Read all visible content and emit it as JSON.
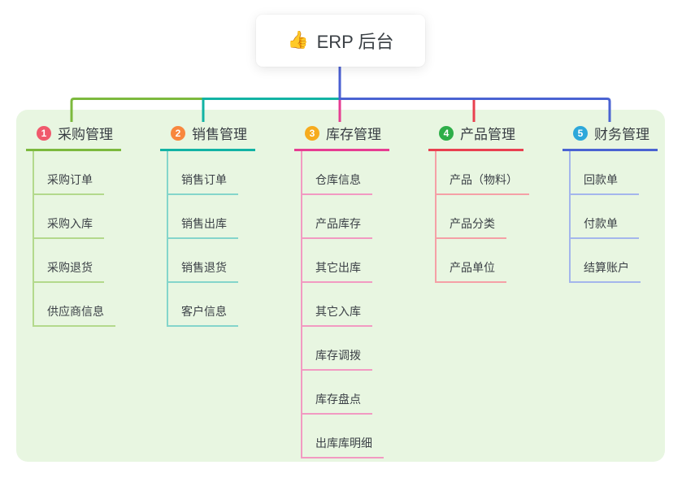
{
  "root": {
    "icon": "👍",
    "title": "ERP 后台",
    "connector_color": "#4a5fd2"
  },
  "board": {
    "background": "#e8f6e1"
  },
  "branches": [
    {
      "num": "1",
      "label": "采购管理",
      "badge_color": "#f0596c",
      "line_color": "#7cb93d",
      "light_color": "#b3d98c",
      "children": [
        "采购订单",
        "采购入库",
        "采购退货",
        "供应商信息"
      ]
    },
    {
      "num": "2",
      "label": "销售管理",
      "badge_color": "#f8873e",
      "line_color": "#12b3a4",
      "light_color": "#84d5cb",
      "children": [
        "销售订单",
        "销售出库",
        "销售退货",
        "客户信息"
      ]
    },
    {
      "num": "3",
      "label": "库存管理",
      "badge_color": "#f6ab1e",
      "line_color": "#e63d92",
      "light_color": "#f29ac2",
      "children": [
        "仓库信息",
        "产品库存",
        "其它出库",
        "其它入库",
        "库存调拨",
        "库存盘点",
        "出库库明细"
      ]
    },
    {
      "num": "4",
      "label": "产品管理",
      "badge_color": "#2eae49",
      "line_color": "#e9404f",
      "light_color": "#f5a0a6",
      "children": [
        "产品（物料）",
        "产品分类",
        "产品单位"
      ]
    },
    {
      "num": "5",
      "label": "财务管理",
      "badge_color": "#2da8da",
      "line_color": "#4a63d2",
      "light_color": "#a4b6ec",
      "children": [
        "回款单",
        "付款单",
        "结算账户"
      ]
    }
  ]
}
